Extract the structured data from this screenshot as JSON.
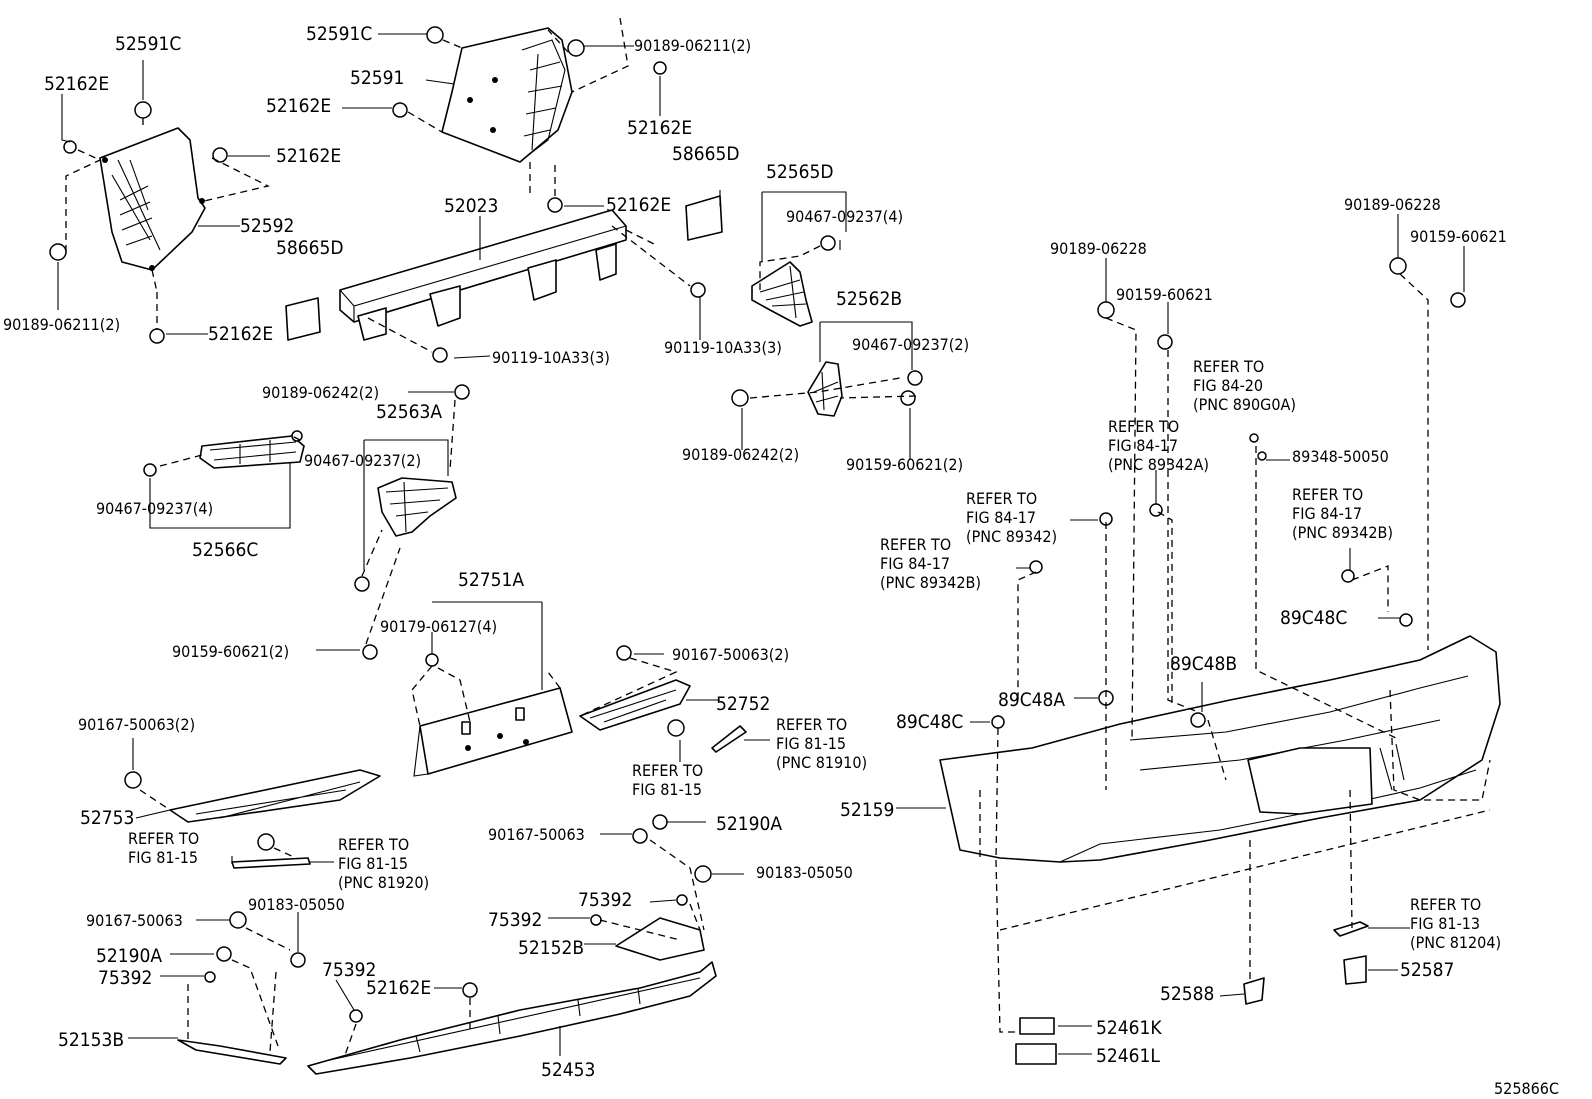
{
  "diagram_id": "525866C",
  "callouts": [
    {
      "id": "c01",
      "lines": [
        "52591C"
      ],
      "size": "pn"
    },
    {
      "id": "c02",
      "lines": [
        "52162E"
      ],
      "size": "pn"
    },
    {
      "id": "c03",
      "lines": [
        "52162E"
      ],
      "size": "pn"
    },
    {
      "id": "c04",
      "lines": [
        "52592"
      ],
      "size": "pn"
    },
    {
      "id": "c05",
      "lines": [
        "90189-06211(2)"
      ],
      "size": "pn2"
    },
    {
      "id": "c06",
      "lines": [
        "52162E"
      ],
      "size": "pn"
    },
    {
      "id": "c07",
      "lines": [
        "58665D"
      ],
      "size": "pn"
    },
    {
      "id": "c08",
      "lines": [
        "52591C"
      ],
      "size": "pn"
    },
    {
      "id": "c09",
      "lines": [
        "52591"
      ],
      "size": "pn"
    },
    {
      "id": "c10",
      "lines": [
        "52162E"
      ],
      "size": "pn"
    },
    {
      "id": "c11",
      "lines": [
        "90189-06211(2)"
      ],
      "size": "pn2"
    },
    {
      "id": "c12",
      "lines": [
        "52162E"
      ],
      "size": "pn"
    },
    {
      "id": "c13",
      "lines": [
        "58665D"
      ],
      "size": "pn"
    },
    {
      "id": "c14",
      "lines": [
        "52162E"
      ],
      "size": "pn"
    },
    {
      "id": "c15",
      "lines": [
        "52023"
      ],
      "size": "pn"
    },
    {
      "id": "c16",
      "lines": [
        "90119-10A33(3)"
      ],
      "size": "pn2"
    },
    {
      "id": "c17",
      "lines": [
        "90119-10A33(3)"
      ],
      "size": "pn2"
    },
    {
      "id": "c18",
      "lines": [
        "52565D"
      ],
      "size": "pn"
    },
    {
      "id": "c19",
      "lines": [
        "90467-09237(4)"
      ],
      "size": "pn2"
    },
    {
      "id": "c20",
      "lines": [
        "52562B"
      ],
      "size": "pn"
    },
    {
      "id": "c21",
      "lines": [
        "90467-09237(2)"
      ],
      "size": "pn2"
    },
    {
      "id": "c22",
      "lines": [
        "90189-06242(2)"
      ],
      "size": "pn2"
    },
    {
      "id": "c23",
      "lines": [
        "90159-60621(2)"
      ],
      "size": "pn2"
    },
    {
      "id": "c24",
      "lines": [
        "90189-06242(2)"
      ],
      "size": "pn2"
    },
    {
      "id": "c25",
      "lines": [
        "52563A"
      ],
      "size": "pn"
    },
    {
      "id": "c26",
      "lines": [
        "90467-09237(2)"
      ],
      "size": "pn2"
    },
    {
      "id": "c27",
      "lines": [
        "90467-09237(4)"
      ],
      "size": "pn2"
    },
    {
      "id": "c28",
      "lines": [
        "52566C"
      ],
      "size": "pn"
    },
    {
      "id": "c29",
      "lines": [
        "90159-60621(2)"
      ],
      "size": "pn2"
    },
    {
      "id": "c30",
      "lines": [
        "52751A"
      ],
      "size": "pn"
    },
    {
      "id": "c31",
      "lines": [
        "90179-06127(4)"
      ],
      "size": "pn2"
    },
    {
      "id": "c32",
      "lines": [
        "90167-50063(2)"
      ],
      "size": "pn2"
    },
    {
      "id": "c33",
      "lines": [
        "52752"
      ],
      "size": "pn"
    },
    {
      "id": "c34",
      "lines": [
        "REFER TO",
        "FIG 81-15",
        "(PNC 81910)"
      ],
      "size": "ref"
    },
    {
      "id": "c35",
      "lines": [
        "REFER TO",
        "FIG 81-15"
      ],
      "size": "ref"
    },
    {
      "id": "c36",
      "lines": [
        "90167-50063(2)"
      ],
      "size": "pn2"
    },
    {
      "id": "c37",
      "lines": [
        "52753"
      ],
      "size": "pn"
    },
    {
      "id": "c38",
      "lines": [
        "REFER TO",
        "FIG 81-15"
      ],
      "size": "ref"
    },
    {
      "id": "c39",
      "lines": [
        "REFER TO",
        "FIG 81-15",
        "(PNC 81920)"
      ],
      "size": "ref"
    },
    {
      "id": "c40",
      "lines": [
        "90167-50063"
      ],
      "size": "pn2"
    },
    {
      "id": "c41",
      "lines": [
        "52190A"
      ],
      "size": "pn"
    },
    {
      "id": "c42",
      "lines": [
        "90183-05050"
      ],
      "size": "pn2"
    },
    {
      "id": "c43",
      "lines": [
        "75392"
      ],
      "size": "pn"
    },
    {
      "id": "c44",
      "lines": [
        "75392"
      ],
      "size": "pn"
    },
    {
      "id": "c45",
      "lines": [
        "52152B"
      ],
      "size": "pn"
    },
    {
      "id": "c46",
      "lines": [
        "90183-05050"
      ],
      "size": "pn2"
    },
    {
      "id": "c47",
      "lines": [
        "90167-50063"
      ],
      "size": "pn2"
    },
    {
      "id": "c48",
      "lines": [
        "52190A"
      ],
      "size": "pn"
    },
    {
      "id": "c49",
      "lines": [
        "75392"
      ],
      "size": "pn"
    },
    {
      "id": "c50",
      "lines": [
        "75392"
      ],
      "size": "pn"
    },
    {
      "id": "c51",
      "lines": [
        "52162E"
      ],
      "size": "pn"
    },
    {
      "id": "c52",
      "lines": [
        "52153B"
      ],
      "size": "pn"
    },
    {
      "id": "c53",
      "lines": [
        "52453"
      ],
      "size": "pn"
    },
    {
      "id": "c54",
      "lines": [
        "90189-06228"
      ],
      "size": "pn2"
    },
    {
      "id": "c55",
      "lines": [
        "90159-60621"
      ],
      "size": "pn2"
    },
    {
      "id": "c56",
      "lines": [
        "90189-06228"
      ],
      "size": "pn2"
    },
    {
      "id": "c57",
      "lines": [
        "90159-60621"
      ],
      "size": "pn2"
    },
    {
      "id": "c58",
      "lines": [
        "REFER TO",
        "FIG 84-20",
        "(PNC 890G0A)"
      ],
      "size": "ref"
    },
    {
      "id": "c59",
      "lines": [
        "REFER TO",
        "FIG 84-17",
        "(PNC 89342A)"
      ],
      "size": "ref"
    },
    {
      "id": "c60",
      "lines": [
        "89348-50050"
      ],
      "size": "pn2"
    },
    {
      "id": "c61",
      "lines": [
        "REFER TO",
        "FIG 84-17",
        "(PNC 89342)"
      ],
      "size": "ref"
    },
    {
      "id": "c62",
      "lines": [
        "REFER TO",
        "FIG 84-17",
        "(PNC 89342B)"
      ],
      "size": "ref"
    },
    {
      "id": "c63",
      "lines": [
        "REFER TO",
        "FIG 84-17",
        "(PNC 89342B)"
      ],
      "size": "ref"
    },
    {
      "id": "c64",
      "lines": [
        "89C48C"
      ],
      "size": "pn"
    },
    {
      "id": "c65",
      "lines": [
        "89C48B"
      ],
      "size": "pn"
    },
    {
      "id": "c66",
      "lines": [
        "89C48A"
      ],
      "size": "pn"
    },
    {
      "id": "c67",
      "lines": [
        "89C48C"
      ],
      "size": "pn"
    },
    {
      "id": "c68",
      "lines": [
        "52159"
      ],
      "size": "pn"
    },
    {
      "id": "c69",
      "lines": [
        "REFER TO",
        "FIG 81-13",
        "(PNC 81204)"
      ],
      "size": "ref"
    },
    {
      "id": "c70",
      "lines": [
        "52587"
      ],
      "size": "pn"
    },
    {
      "id": "c71",
      "lines": [
        "52588"
      ],
      "size": "pn"
    },
    {
      "id": "c72",
      "lines": [
        "52461K"
      ],
      "size": "pn"
    },
    {
      "id": "c73",
      "lines": [
        "52461L"
      ],
      "size": "pn"
    }
  ]
}
